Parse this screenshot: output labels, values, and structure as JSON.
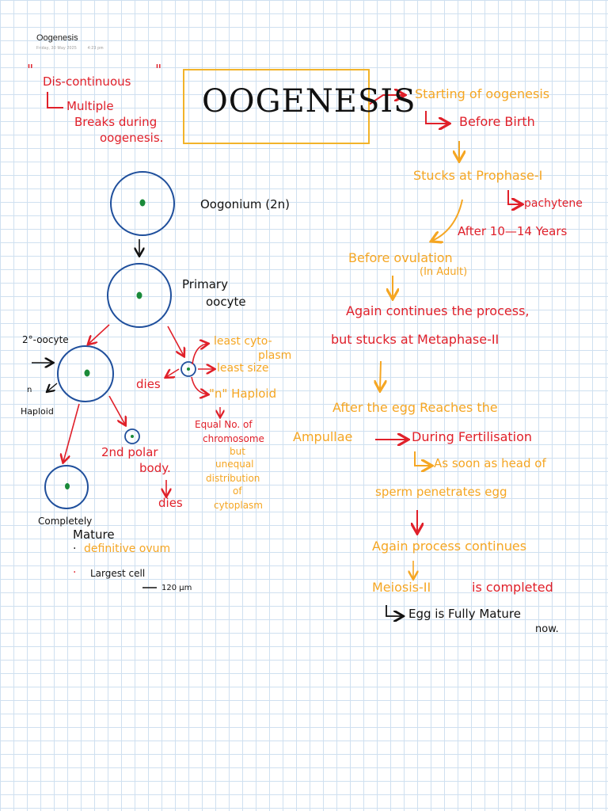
{
  "page": {
    "title": "Oogenesis",
    "date": "Friday, 30 May 2025",
    "time": "4:23 pm"
  },
  "title_box": {
    "text": "OOGENESIS"
  },
  "left_notes": {
    "quote_open": "\"",
    "quote_close": "\"",
    "discontinuous": "Dis-continuous",
    "multiple": "Multiple",
    "breaks": "Breaks during",
    "oogenesis": "oogenesis."
  },
  "cells": {
    "oogonium": "Oogonium (2n)",
    "primary": "Primary",
    "oocyte": "oocyte",
    "secondary": "2°-oocyte",
    "n": "n",
    "haploid": "Haploid",
    "polar_body": "2nd polar",
    "body": "body.",
    "dies_left": "dies",
    "dies_bottom": "dies",
    "completely": "Completely",
    "mature": "Mature",
    "bullet_a": "definitive ovum",
    "bullet_b": "Largest cell",
    "size": "120 μm"
  },
  "first_polar": {
    "least_cyto": "least cyto-",
    "plasm": "plasm",
    "least_size": "least size",
    "n_haploid": "\"n\" Haploid",
    "equal": "Equal No. of",
    "chromosome": "chromosome",
    "but": "but",
    "unequal": "unequal",
    "distribution": "distribution",
    "of": "of",
    "cytoplasm": "cytoplasm"
  },
  "flow": {
    "starting": "Starting of oogenesis",
    "before_birth": "Before Birth",
    "stucks_prophase": "Stucks at Prophase-I",
    "pachytene": "pachytene",
    "after_years": "After 10—14 Years",
    "before_ovulation": "Before ovulation",
    "in_adult": "(In Adult)",
    "again_continues": "Again continues the process,",
    "but_stucks": "but stucks at Metaphase-II",
    "after_egg": "After the egg Reaches the",
    "ampullae": "Ampullae",
    "during_fert": "During Fertilisation",
    "as_soon": "As soon as head of",
    "sperm": "sperm penetrates egg",
    "again_process": "Again process continues",
    "meiosis": "Meiosis-II",
    "is_completed": "is completed",
    "egg_mature": "Egg is Fully Mature",
    "now": "now."
  },
  "colors": {
    "red": "#e0202a",
    "orange": "#f5a623",
    "black": "#111111",
    "cell_blue": "#1f4f9c",
    "nucleus": "#1a8a3a"
  }
}
